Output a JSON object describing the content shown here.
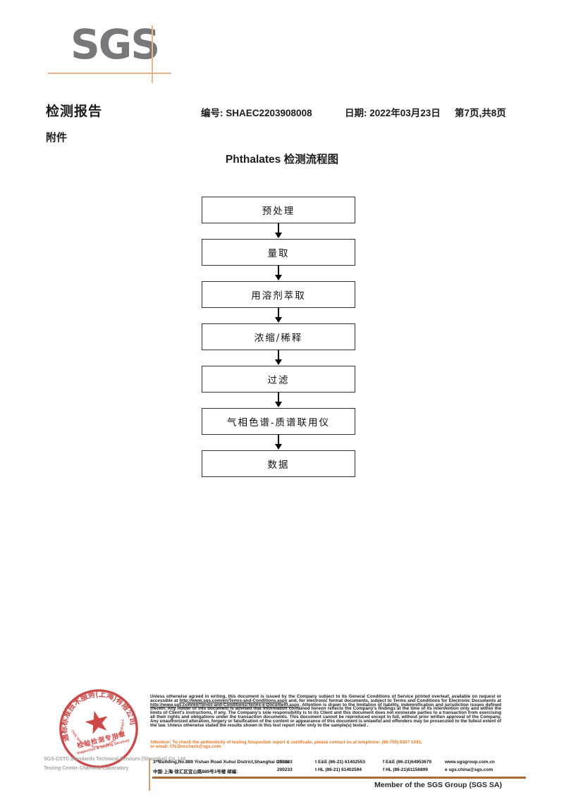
{
  "colors": {
    "logo_gray": "#77787b",
    "sgs_orange_light": "#e9b488",
    "attention_orange": "#e87722",
    "stamp_red": "#c83a3a",
    "footer_line_brown": "#a96a35"
  },
  "header": {
    "logo": "SGS",
    "report_title": "检测报告",
    "report_no": "编号: SHAEC2203908008",
    "date": "日期: 2022年03月23日",
    "pagination": "第7页,共8页",
    "attachment": "附件"
  },
  "flowchart": {
    "title": "Phthalates 检测流程图",
    "steps": [
      "预处理",
      "量取",
      "用溶剂萃取",
      "浓缩/稀释",
      "过滤",
      "气相色谱-质谱联用仪",
      "数据"
    ]
  },
  "stamp": {
    "arc_top": "通标标准技术服务(上海)有限公司",
    "arc_bottom": "SGS-CSTC Standards Technical Services (Shanghai) Co.,Ltd.",
    "line1": "检验检测专用章",
    "line2": "Inspection & Testing Services",
    "company_line1": "SGS-CSTC Standards Technical Services (Shanghai) Co.,Ltd.",
    "company_line2": "Testing Center-Chemical Laboratory"
  },
  "footer": {
    "disclaimer_segments": [
      {
        "underline": false,
        "text": "Unless otherwise agreed in writing, this document is issued by the Company subject to its General Conditions of Service printed overleaf, available on request or accessible at "
      },
      {
        "underline": true,
        "text": "http://www.sgs.com/en/Terms-and-Conditions.aspx"
      },
      {
        "underline": false,
        "text": " and, for electronic format documents, subject to Terms and Conditions for Electronic Documents at "
      },
      {
        "underline": true,
        "text": "http://www.sgs.com/en/Terms-and-Conditions/Terms-e-Document.aspx"
      },
      {
        "underline": false,
        "text": ". Attention is drawn to the limitation of liability, indemnification and jurisdiction issues defined therein. Any holder of this document is advised that information contained hereon reflects the Company's findings at the time of its intervention only and within the limits of Client's instructions, if any. The Company's sole responsibility is to its Client and this document does not exonerate parties to a transaction from exercising all their rights and obligations under the transaction documents. This document cannot be reproduced except in full, without prior written approval of the Company. Any unauthorized alteration, forgery or falsification of the content or appearance of this document is unlawful and offenders may be prosecuted to the fullest extent of the law. Unless otherwise stated the results shown in this test report refer only to the sample(s) tested ."
      }
    ],
    "attention_lines": [
      "Attention: To check the authenticity of testing /inspection report & certificate, please contact us at telephone: (86-755) 8307 1443,",
      "or email: CN.Doccheck@sgs.com"
    ],
    "address_rows": [
      [
        "3ʳᵈBuilding,No.889 Yishan Road Xuhui District,Shanghai China",
        "200233",
        "t E&E (86-21) 61402553",
        "f E&E (86-21)64953679",
        "www.sgsgroup.com.cn"
      ],
      [
        "中国·上海·徐汇区宜山路889号3号楼    邮编:",
        "200233",
        "t HL (86-21) 61402594",
        "f HL (86-21)61156899",
        "e  sgs.china@sgs.com"
      ]
    ],
    "member_label": "Member of the SGS Group (SGS SA)"
  }
}
